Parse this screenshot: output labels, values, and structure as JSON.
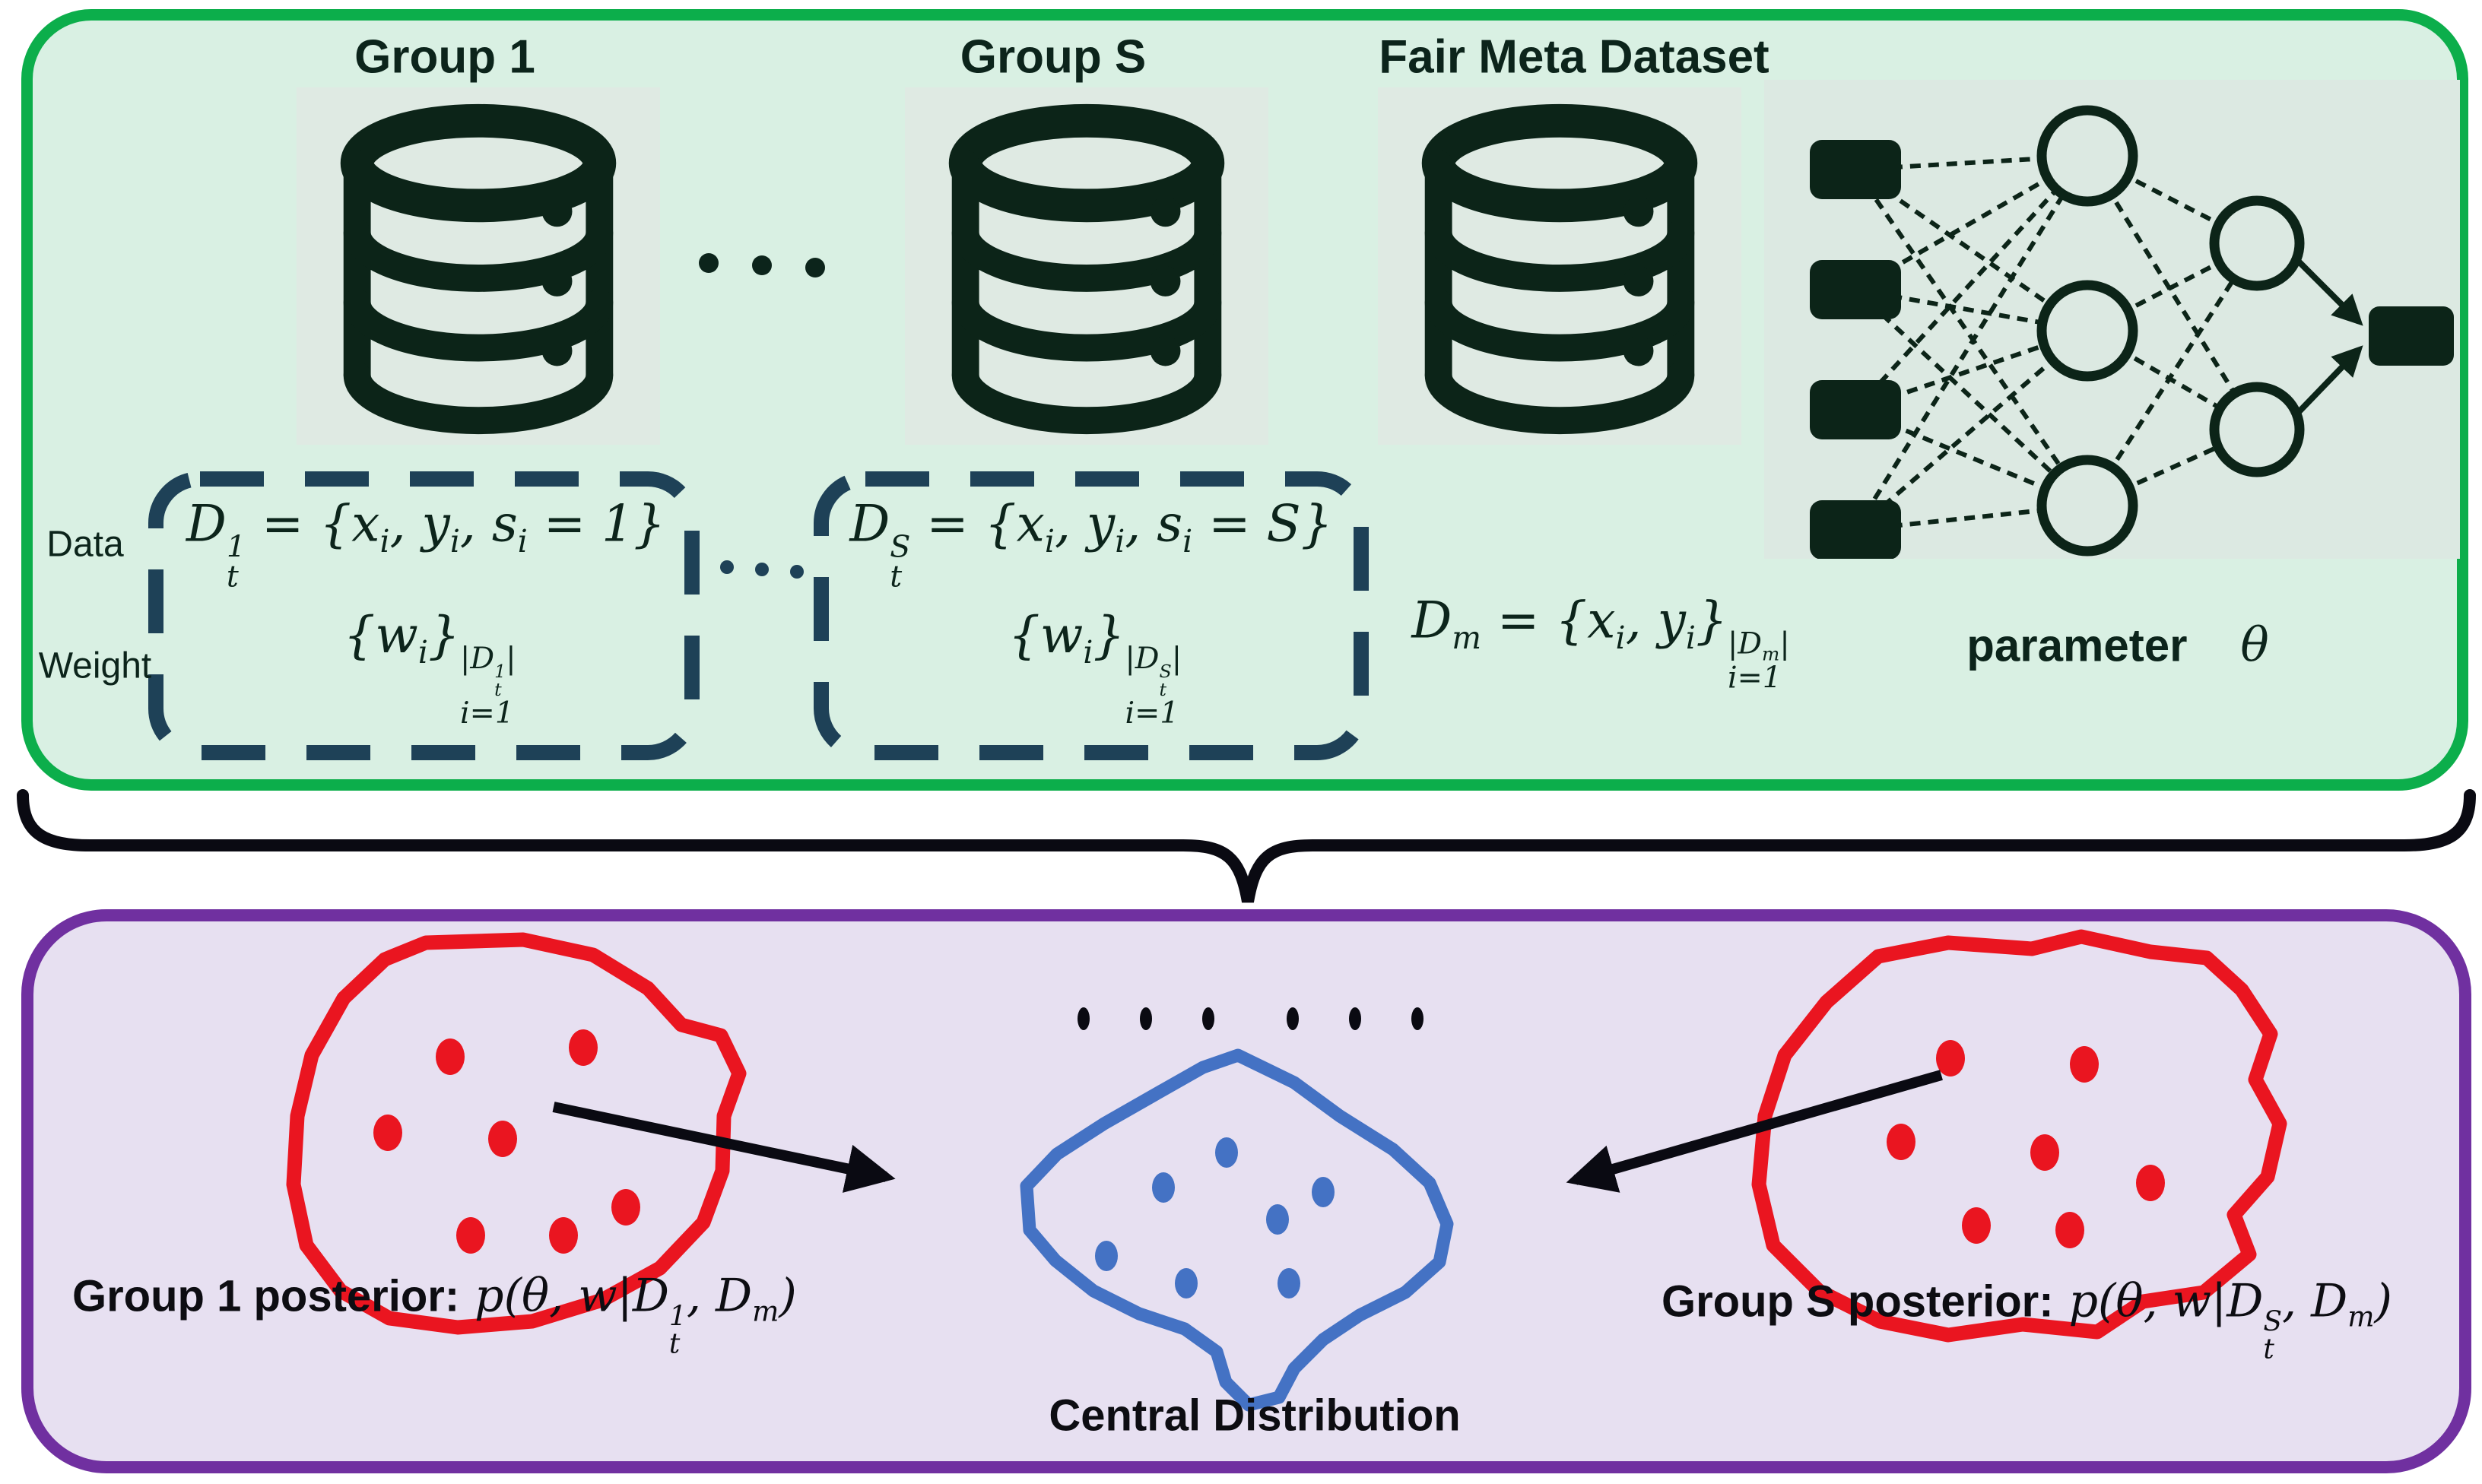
{
  "top_panel": {
    "group1_label": "Group 1",
    "groupS_label": "Group S",
    "meta_label": "Fair Meta Dataset",
    "data_label": "Data",
    "weight_label": "Weight",
    "group1_data_math": "D<span class='stk'><sup>1</sup><sub>t</sub></span> = {x<sub>i</sub>, y<sub>i</sub>, s<sub>i</sub> = 1}",
    "group1_weight_math": "{w<sub>i</sub>}<span class='stk'><sup>|D<span class='stk'><sup>1</sup><sub>t</sub></span>|</sup><sub>i=1</sub></span>",
    "groupS_data_math": "D<span class='stk'><sup>S</sup><sub>t</sub></span> = {x<sub>i</sub>, y<sub>i</sub>, s<sub>i</sub> = S}",
    "groupS_weight_math": "{w<sub>i</sub>}<span class='stk'><sup>|D<span class='stk'><sup>S</sup><sub>t</sub></span>|</sup><sub>i=1</sub></span>",
    "meta_math": "D<sub>m</sub> = {x<sub>i</sub>, y<sub>i</sub>}<span class='stk'><sup>|D<sub>m</sub>|</sup><sub>i=1</sub></span>",
    "parameter_label": "parameter",
    "parameter_symbol": "θ"
  },
  "bottom_panel": {
    "posterior1_label": "Group 1 posterior:",
    "posterior1_math": "p(θ, w|D<span class='stk'><sup>1</sup><sub>t</sub></span>, D<sub>m</sub>)",
    "posteriorS_label": "Group S posterior:",
    "posteriorS_math": "p(θ, w|D<span class='stk'><sup>S</sup><sub>t</sub></span>, D<sub>m</sub>)",
    "central_label": "Central Distribution"
  },
  "icons": {
    "database": "db-cylinder-icon",
    "network": "neural-network-icon",
    "brace": "curly-brace",
    "arrows": "posterior-to-central-arrow"
  },
  "colors": {
    "green_panel_fill": "#d9f0e3",
    "green_panel_border": "#0cae4b",
    "purple_panel_fill": "#e7e0f1",
    "purple_panel_border": "#7030a0",
    "icon_dark": "#0c2418",
    "dashed_box": "#1e4157",
    "red_blob": "#ea1520",
    "blue_blob": "#4472c4",
    "black_ink": "#0a0a12"
  }
}
